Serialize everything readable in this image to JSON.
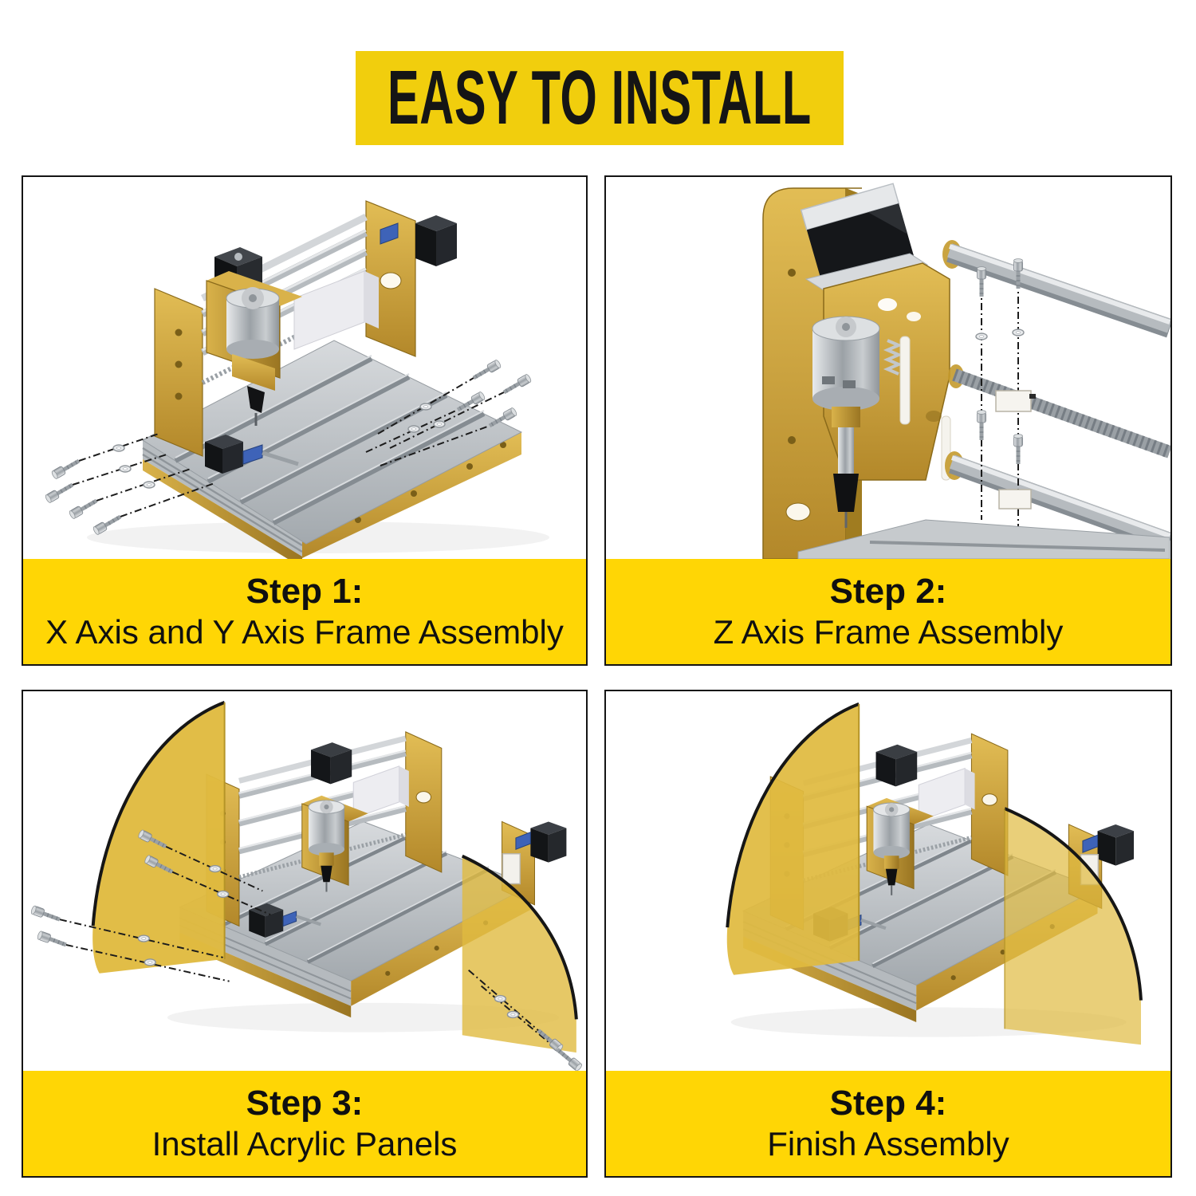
{
  "banner": {
    "title": "EASY TO INSTALL",
    "bg_color": "#F1CE0D",
    "text_color": "#151515"
  },
  "panels_grid": {
    "border_color": "#141414",
    "caption_bg": "#FFD605",
    "background": "#FFFFFF"
  },
  "steps": [
    {
      "label": "Step 1:",
      "description": "X Axis and Y Axis Frame Assembly",
      "illustration": "cnc-xy-frame-exploded"
    },
    {
      "label": "Step 2:",
      "description": "Z Axis Frame Assembly",
      "illustration": "cnc-z-axis-closeup"
    },
    {
      "label": "Step 3:",
      "description": "Install Acrylic Panels",
      "illustration": "cnc-acrylic-panels-exploded"
    },
    {
      "label": "Step 4:",
      "description": "Finish Assembly",
      "illustration": "cnc-machine-assembled"
    }
  ],
  "colors": {
    "machine_gold": "#C49A2C",
    "aluminum": "#B6BBBF",
    "stepper_black": "#141619",
    "acrylic_amber": "#E0BA40",
    "coupler_blue": "#3E63B8"
  }
}
